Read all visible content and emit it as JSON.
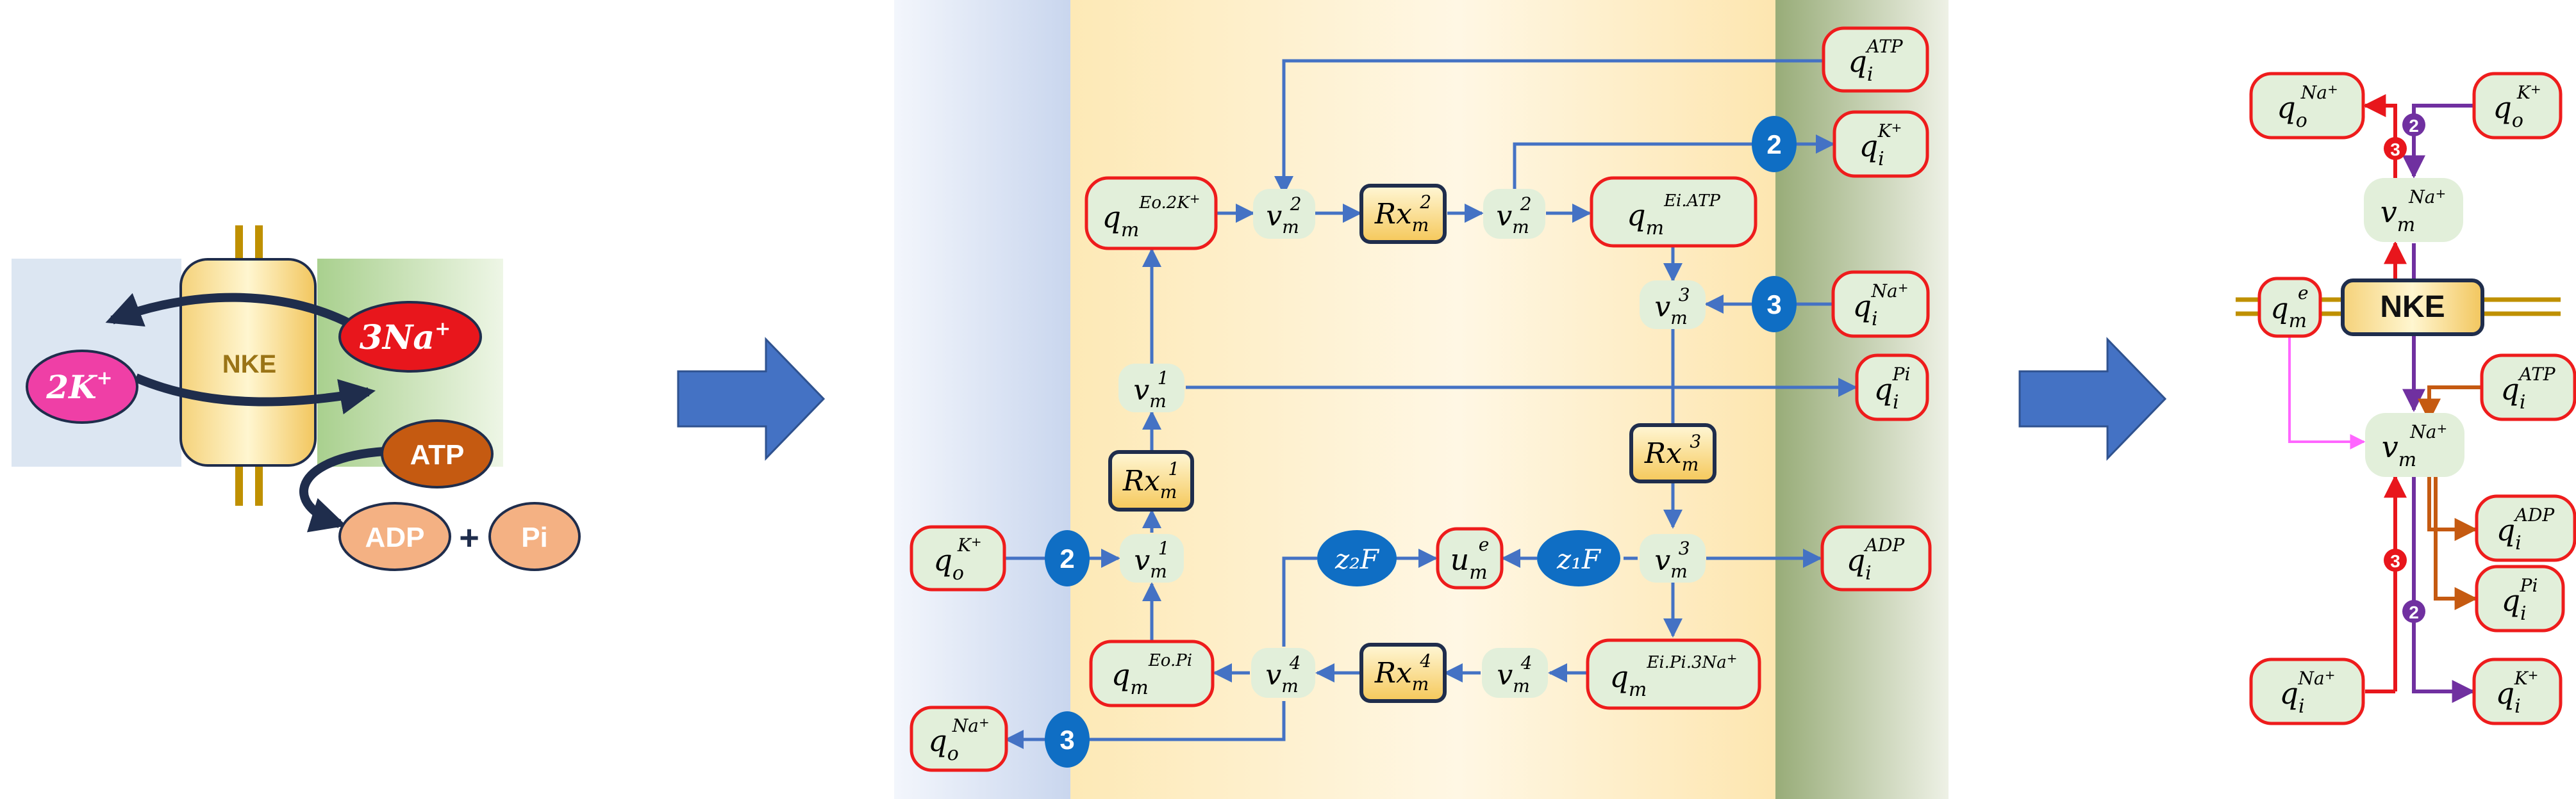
{
  "panel_a": {
    "nke_label": "NKE",
    "na_label": "3Na",
    "na_charge": "+",
    "k_label": "2K",
    "k_charge": "+",
    "atp_label": "ATP",
    "adp_label": "ADP",
    "plus": "+",
    "pi_label": "Pi"
  },
  "panel_b": {
    "q_m_Eo2K": {
      "base": "q",
      "sub": "m",
      "sup": "Eo.2K",
      "sup_sup": "+"
    },
    "v_m2_a": {
      "base": "v",
      "sub": "m",
      "sup": "2"
    },
    "Rx_m2": {
      "base": "Rx",
      "sub": "m",
      "sup": "2"
    },
    "v_m2_b": {
      "base": "v",
      "sub": "m",
      "sup": "2"
    },
    "q_m_EiATP": {
      "base": "q",
      "sub": "m",
      "sup": "Ei.ATP"
    },
    "q_i_ATP": {
      "base": "q",
      "sub": "i",
      "sup": "ATP"
    },
    "q_i_K": {
      "base": "q",
      "sub": "i",
      "sup": "K",
      "sup_sup": "+"
    },
    "v_m3_a": {
      "base": "v",
      "sub": "m",
      "sup": "3"
    },
    "q_i_Na": {
      "base": "q",
      "sub": "i",
      "sup": "Na",
      "sup_sup": "+"
    },
    "v_m1_a": {
      "base": "v",
      "sub": "m",
      "sup": "1"
    },
    "q_i_Pi": {
      "base": "q",
      "sub": "i",
      "sup": "Pi"
    },
    "Rx_m1": {
      "base": "Rx",
      "sub": "m",
      "sup": "1"
    },
    "Rx_m3": {
      "base": "Rx",
      "sub": "m",
      "sup": "3"
    },
    "q_o_K": {
      "base": "q",
      "sub": "o",
      "sup": "K",
      "sup_sup": "+"
    },
    "v_m1_b": {
      "base": "v",
      "sub": "m",
      "sup": "1"
    },
    "z2F": "z₂F",
    "u_m_e": {
      "base": "u",
      "sub": "m",
      "sup": "e"
    },
    "z1F": "z₁F",
    "v_m3_b": {
      "base": "v",
      "sub": "m",
      "sup": "3"
    },
    "q_i_ADP": {
      "base": "q",
      "sub": "i",
      "sup": "ADP"
    },
    "q_m_EoPi": {
      "base": "q",
      "sub": "m",
      "sup": "Eo.Pi"
    },
    "v_m4_a": {
      "base": "v",
      "sub": "m",
      "sup": "4"
    },
    "Rx_m4": {
      "base": "Rx",
      "sub": "m",
      "sup": "4"
    },
    "v_m4_b": {
      "base": "v",
      "sub": "m",
      "sup": "4"
    },
    "q_m_EiPi3Na": {
      "base": "q",
      "sub": "m",
      "sup": "Ei.Pi.3Na",
      "sup_sup": "+"
    },
    "q_o_Na": {
      "base": "q",
      "sub": "o",
      "sup": "Na",
      "sup_sup": "+"
    },
    "stoich_2": "2",
    "stoich_3": "3"
  },
  "panel_c": {
    "q_o_Na": {
      "base": "q",
      "sub": "o",
      "sup": "Na",
      "sup_sup": "+"
    },
    "q_o_K": {
      "base": "q",
      "sub": "o",
      "sup": "K",
      "sup_sup": "+"
    },
    "v_m_Na_top": {
      "base": "v",
      "sub": "m",
      "sup": "Na",
      "sup_sup": "+"
    },
    "q_m_e": {
      "base": "q",
      "sub": "m",
      "sup": "e"
    },
    "nke_label": "NKE",
    "q_i_ATP": {
      "base": "q",
      "sub": "i",
      "sup": "ATP"
    },
    "v_m_Na_bot": {
      "base": "v",
      "sub": "m",
      "sup": "Na",
      "sup_sup": "+"
    },
    "q_i_ADP": {
      "base": "q",
      "sub": "i",
      "sup": "ADP"
    },
    "q_i_Pi": {
      "base": "q",
      "sub": "i",
      "sup": "Pi"
    },
    "q_i_Na": {
      "base": "q",
      "sub": "i",
      "sup": "Na",
      "sup_sup": "+"
    },
    "q_i_K": {
      "base": "q",
      "sub": "i",
      "sup": "K",
      "sup_sup": "+"
    },
    "badge_3": "3",
    "badge_2": "2"
  },
  "colors": {
    "blue_arrow": "#4472c4",
    "red_outline": "#ee1c1c",
    "green_fill": "#e2efda",
    "ellipse_blue": "#0f6ec4",
    "dark_outline": "#1f2d4c",
    "red_na": "#e8161c",
    "purple_k": "#7030a0",
    "pink_e": "#ff66ff",
    "brown_atp": "#c55a11",
    "gold": "#bf9000"
  }
}
